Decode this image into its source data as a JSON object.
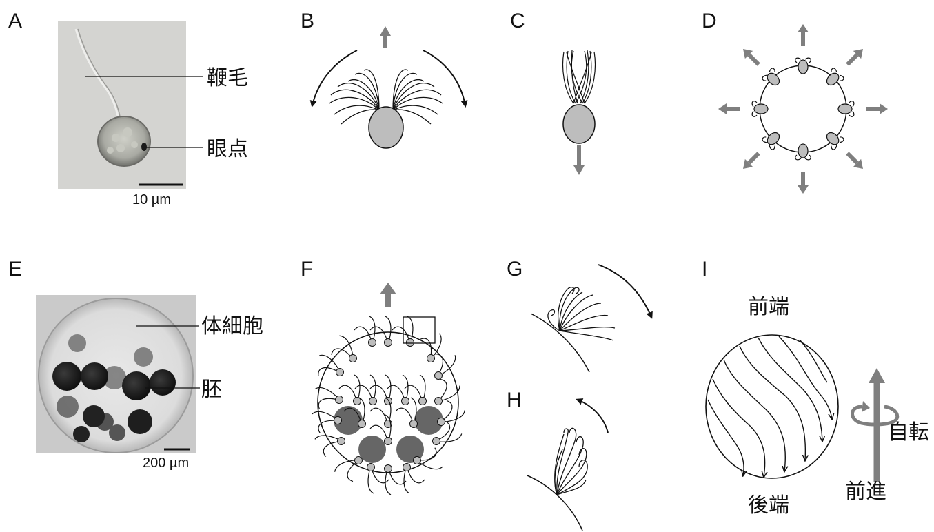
{
  "panels": [
    {
      "id": "A",
      "label": "A"
    },
    {
      "id": "B",
      "label": "B"
    },
    {
      "id": "C",
      "label": "C"
    },
    {
      "id": "D",
      "label": "D"
    },
    {
      "id": "E",
      "label": "E"
    },
    {
      "id": "F",
      "label": "F"
    },
    {
      "id": "G",
      "label": "G"
    },
    {
      "id": "H",
      "label": "H"
    },
    {
      "id": "I",
      "label": "I"
    }
  ],
  "annotations": {
    "flagellum": "鞭毛",
    "eyespot": "眼点",
    "somatic_cell": "体細胞",
    "embryo": "胚",
    "anterior": "前端",
    "posterior": "後端",
    "rotation": "自転",
    "forward": "前進"
  },
  "scale_bars": {
    "a": "10 µm",
    "e": "200 µm"
  },
  "colors": {
    "cell_fill": "#bdbdbd",
    "arrow_gray": "#7f7f7f",
    "dark_cell": "#666666",
    "line": "#111111"
  }
}
